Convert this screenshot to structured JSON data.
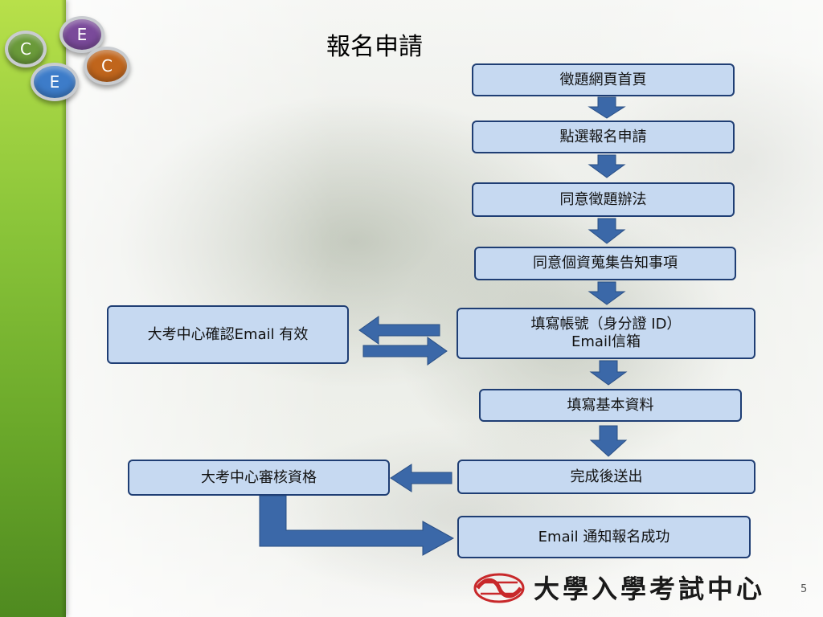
{
  "slide": {
    "title": "報名申請",
    "page_number": "5"
  },
  "logo": {
    "balls": [
      {
        "letter": "C",
        "color": "#6a9a3a"
      },
      {
        "letter": "E",
        "color": "#7a4a9a"
      },
      {
        "letter": "C",
        "color": "#c0651c"
      },
      {
        "letter": "E",
        "color": "#3d7cc9"
      }
    ]
  },
  "flow": {
    "steps": [
      "徵題網頁首頁",
      "點選報名申請",
      "同意徵題辦法",
      "同意個資蒐集告知事項",
      "填寫帳號（身分證 ID）",
      "Email信箱",
      "填寫基本資料",
      "完成後送出",
      "Email 通知報名成功"
    ],
    "side_boxes": [
      "大考中心確認Email 有效",
      "大考中心審核資格"
    ]
  },
  "footer": {
    "organization": "大學入學考試中心"
  },
  "colors": {
    "box_fill": "#c6d9f1",
    "box_border": "#1f3e74",
    "arrow": "#3b68a8",
    "sidebar": "#8cc63a"
  }
}
